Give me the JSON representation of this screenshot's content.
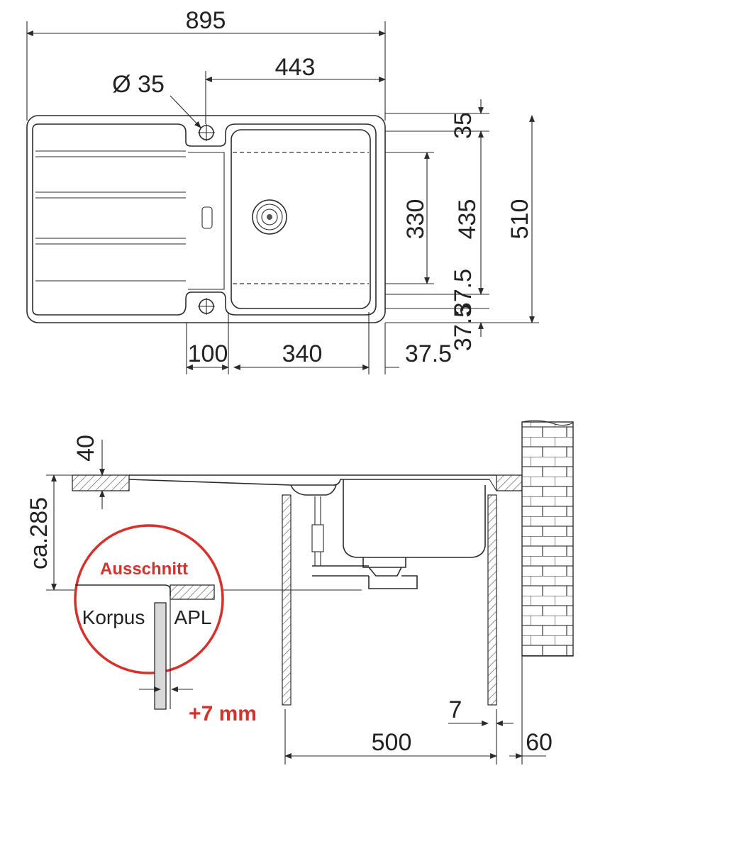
{
  "top_view": {
    "dim_overall_width": "895",
    "dim_bowl_edge_width": "443",
    "dim_tap_hole": "Ø 35",
    "dim_top_edge": "35",
    "dim_bowl_depth": "330",
    "dim_inner_length": "435",
    "dim_overall_depth": "510",
    "dim_right_upper": "37.5",
    "dim_right_lower": "37.5",
    "dim_drainer_gap": "100",
    "dim_bowl_width": "340",
    "dim_bottom_right": "37.5"
  },
  "section_view": {
    "dim_worktop": "40",
    "dim_height": "ca.285",
    "dim_cabinet": "500",
    "dim_offset": "7",
    "dim_wall": "60"
  },
  "detail": {
    "title": "Ausschnitt",
    "label_left": "Korpus",
    "label_right": "APL",
    "note": "+7 mm"
  },
  "colors": {
    "line": "#2b2b2b",
    "accent": "#d4322c",
    "background": "#ffffff"
  }
}
